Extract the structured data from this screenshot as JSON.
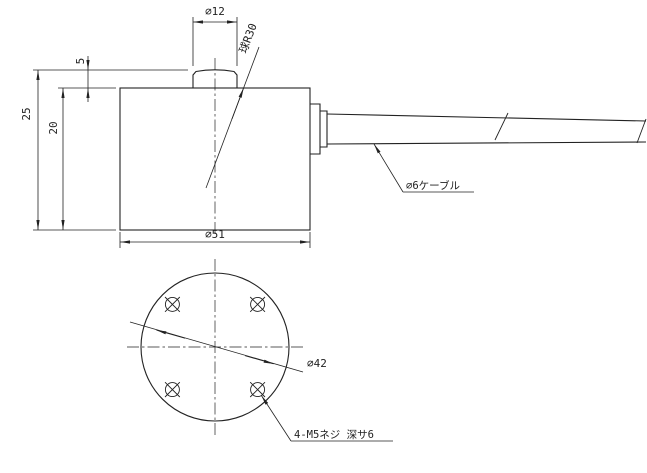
{
  "colors": {
    "line": "#222222",
    "background": "#ffffff"
  },
  "side_view": {
    "labels": {
      "boss_diameter": "∅12",
      "sphere_radius": "球R30",
      "boss_height": "5",
      "total_height": "25",
      "body_height": "20",
      "body_diameter": "∅51",
      "cable": "∅6ケーブル"
    }
  },
  "bottom_view": {
    "labels": {
      "bolt_circle_diameter": "∅42",
      "tapped_holes": "4-M5ネジ 深サ6"
    }
  }
}
